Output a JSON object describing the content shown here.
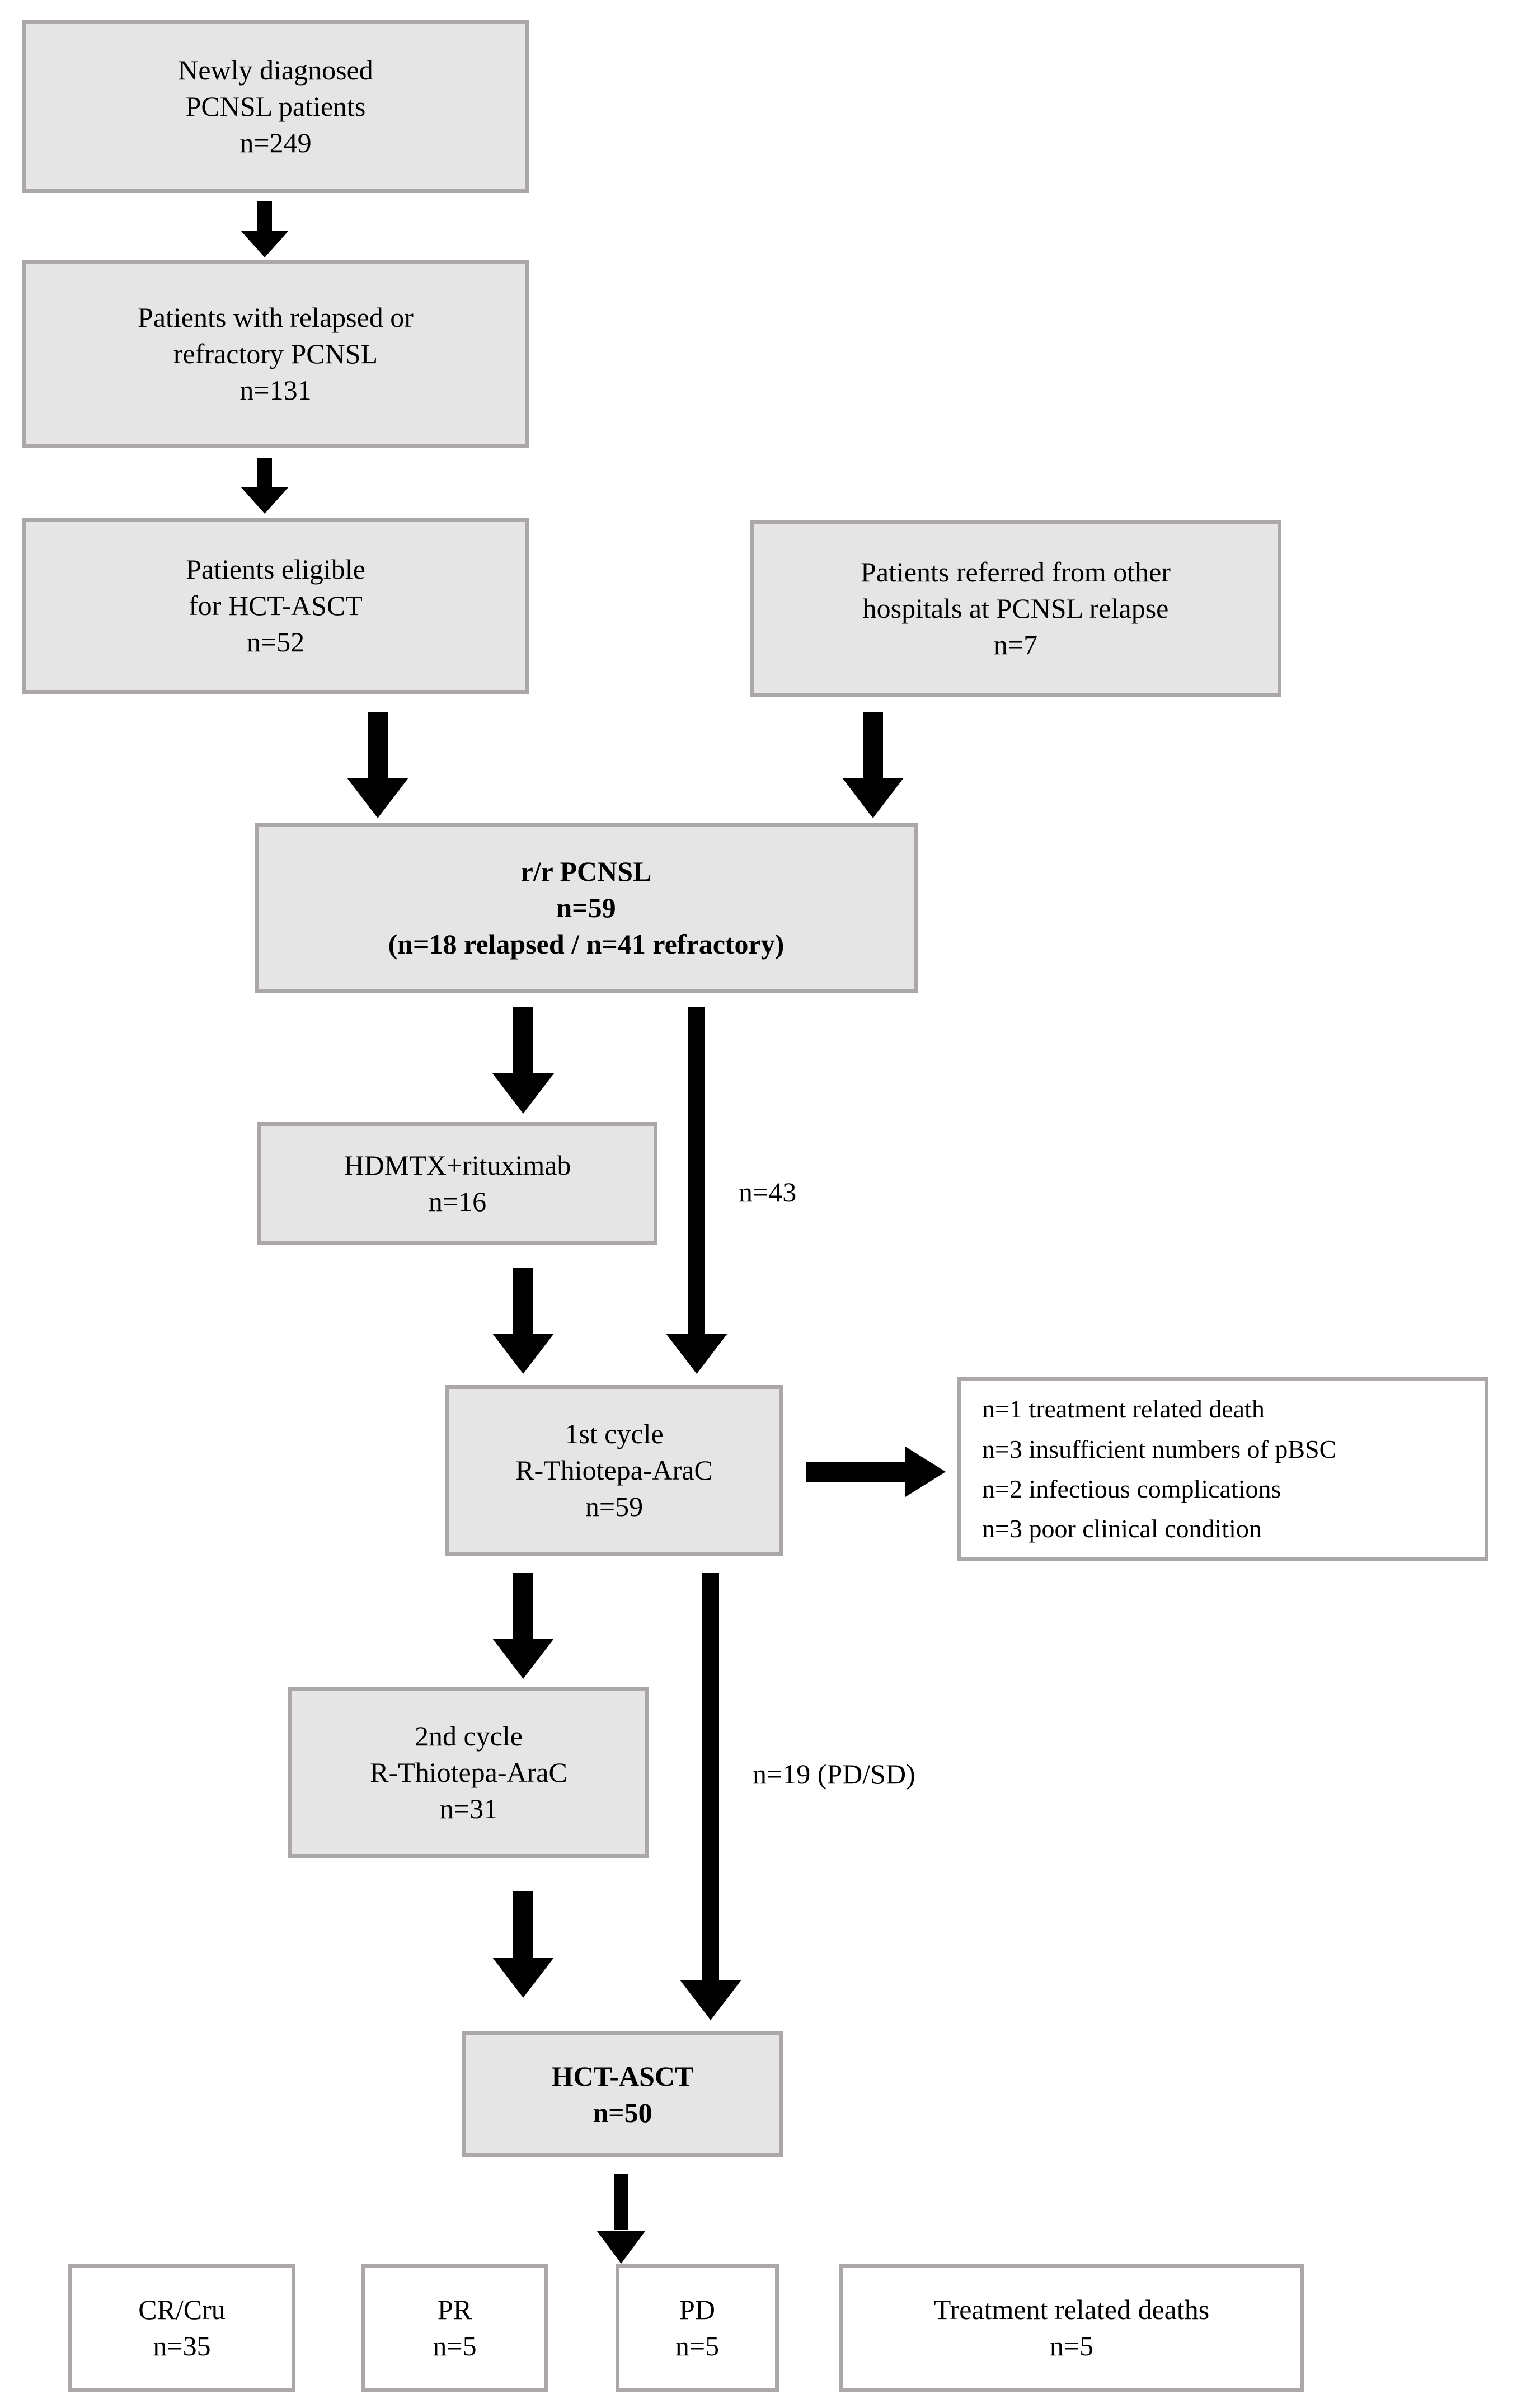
{
  "diagram": {
    "title": "PCNSL patient flow diagram",
    "type": "flowchart",
    "colors": {
      "node_fill": "#e5e5e5",
      "node_fill_alt": "#ffffff",
      "node_border": "#aaa7a6",
      "arrow": "#000000",
      "background": "#ffffff"
    }
  },
  "nodes": {
    "newly_diagnosed": {
      "line1": "Newly diagnosed",
      "line2": "PCNSL patients",
      "line3": "n=249"
    },
    "relapsed_refractory": {
      "line1": "Patients with relapsed or",
      "line2": "refractory PCNSL",
      "line3": "n=131"
    },
    "eligible": {
      "line1": "Patients eligible",
      "line2": "for HCT-ASCT",
      "line3": "n=52"
    },
    "referred": {
      "line1": "Patients referred from other",
      "line2": "hospitals at PCNSL relapse",
      "line3": "n=7"
    },
    "rr_pcnsl": {
      "line1": "r/r PCNSL",
      "line2": "n=59",
      "line3": "(n=18 relapsed / n=41 refractory)"
    },
    "hdmtx": {
      "line1": "HDMTX+rituximab",
      "line2": "n=16"
    },
    "cycle1": {
      "line1": "1st cycle",
      "line2": "R-Thiotepa-AraC",
      "line3": "n=59"
    },
    "dropouts": {
      "line1": "n=1 treatment related death",
      "line2": "n=3 insufficient numbers of pBSC",
      "line3": "n=2 infectious complications",
      "line4": "n=3 poor clinical condition"
    },
    "cycle2": {
      "line1": "2nd cycle",
      "line2": "R-Thiotepa-AraC",
      "line3": "n=31"
    },
    "hct_asct": {
      "line1": "HCT-ASCT",
      "line2": "n=50"
    },
    "cr_cru": {
      "line1": "CR/Cru",
      "line2": "n=35"
    },
    "pr": {
      "line1": "PR",
      "line2": "n=5"
    },
    "pd": {
      "line1": "PD",
      "line2": "n=5"
    },
    "trd": {
      "line1": "Treatment related deaths",
      "line2": "n=5"
    }
  },
  "edge_labels": {
    "bypass_to_cycle1": "n=43",
    "bypass_to_hct": "n=19 (PD/SD)"
  }
}
